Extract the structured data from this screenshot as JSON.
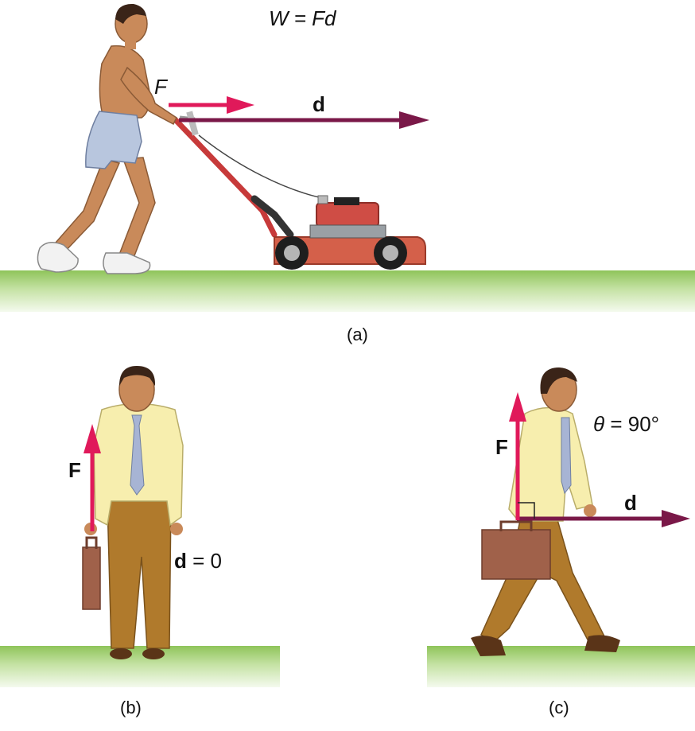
{
  "panel_a": {
    "equation": "W = Fd",
    "force_label": "F",
    "displacement_label": "d",
    "caption": "(a)"
  },
  "panel_b": {
    "force_label": "F",
    "displacement_bold": "d",
    "displacement_rest": " = 0",
    "caption": "(b)"
  },
  "panel_c": {
    "angle_symbol": "θ",
    "angle_rest": " = 90°",
    "force_label": "F",
    "displacement_label": "d",
    "caption": "(c)"
  },
  "colors": {
    "force_arrow": "#e0195a",
    "displacement_arrow": "#7a1848",
    "grass": "#8fc45a",
    "shirt": "#f7eeae",
    "pants": "#b07a2c",
    "skin": "#c98a5a",
    "briefcase": "#a0614a",
    "mower": "#cf5a44"
  }
}
